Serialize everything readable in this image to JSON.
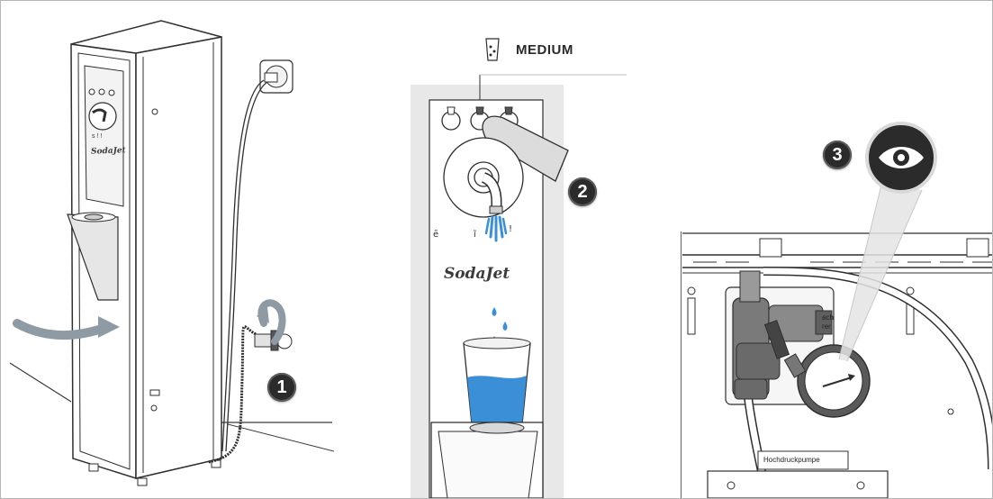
{
  "steps": [
    {
      "number": "1"
    },
    {
      "number": "2"
    },
    {
      "number": "3"
    }
  ],
  "panel2": {
    "medium_label": "MEDIUM",
    "brand": "SodaJet",
    "water_color": "#3a8fd6"
  },
  "panel3": {
    "eye_icon": "eye-icon",
    "plate_text": "Hochdruckpumpe",
    "small_label_a": "ach",
    "small_label_b": "rer"
  },
  "panel1": {
    "brand": "SodaJet"
  },
  "colors": {
    "line": "#2f2f2f",
    "arrow_gray": "#8f9ba4",
    "panel_bg": "#e8e8e8",
    "badge": "#2b2b2b"
  }
}
